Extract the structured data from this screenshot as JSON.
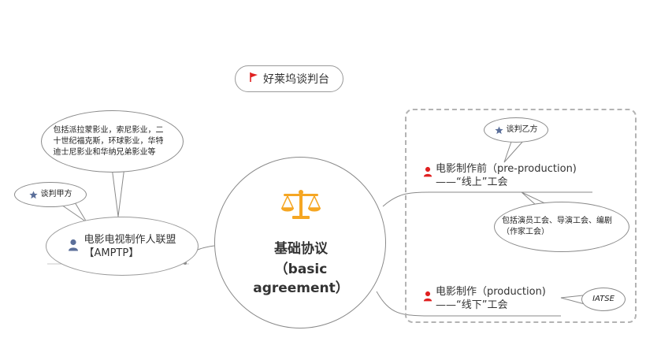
{
  "title": {
    "text": "好莱坞谈判台",
    "flag_color": "#e02020",
    "icon": "flag-icon"
  },
  "center": {
    "line1": "基础协议",
    "line2": "（basic",
    "line3": "agreement）",
    "icon": "scales-icon",
    "icon_color": "#f5a623"
  },
  "amptp": {
    "line1": "电影电视制作人联盟",
    "line2": "【AMPTP】",
    "icon": "person-icon",
    "icon_color": "#5b6f9a",
    "party_tag": "谈判甲方",
    "members_note": [
      "包括派拉蒙影业，索尼影业，二",
      "十世纪福克斯，环球影业，华特",
      "迪士尼影业和华纳兄弟影业等"
    ]
  },
  "union_group": {
    "party_tag": "谈判乙方",
    "pre_production": {
      "line1": "电影制作前（pre-production)",
      "line2": "——“线上”工会",
      "icon": "person-icon",
      "icon_color": "#e02020",
      "note": [
        "包括演员工会、导演工会、编剧",
        "（作家工会）"
      ]
    },
    "production": {
      "line1": "电影制作（production)",
      "line2": "——“线下”工会",
      "icon": "person-icon",
      "icon_color": "#e02020",
      "note": "IATSE"
    }
  },
  "star_color": "#5b6f9a"
}
